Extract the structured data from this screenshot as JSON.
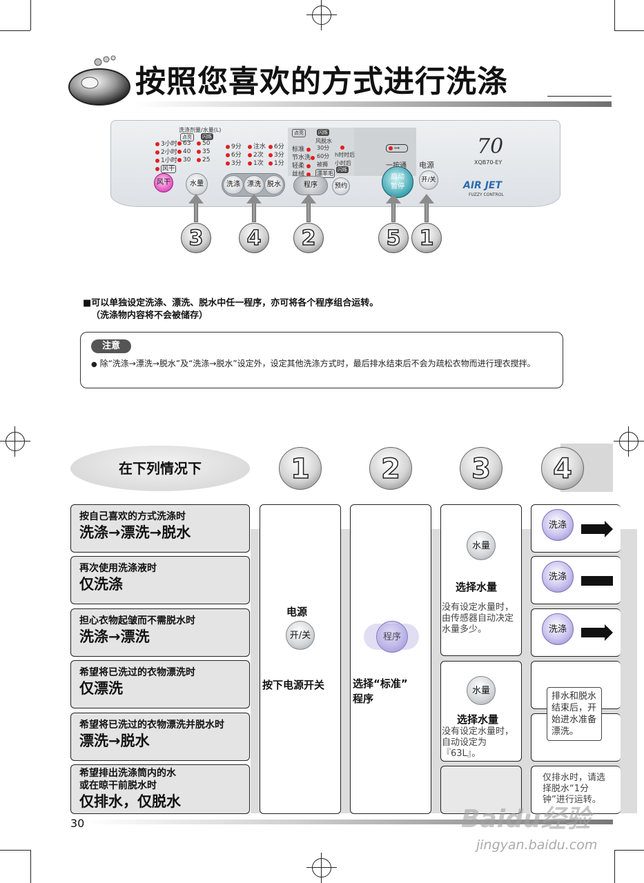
{
  "title": "按照您喜欢的方式进行洗涤",
  "panel": {
    "dry_hours": [
      "3小时",
      "2小时",
      "1小时"
    ],
    "dry_tag": "风干",
    "water_header": "洗涤剂量/水量(L)",
    "water_tag_a": "点亮",
    "water_tag_b": "闪烁",
    "water_levels": [
      "63",
      "40",
      "30",
      "50",
      "35",
      "25"
    ],
    "wash_times": [
      "9分",
      "6分",
      "3分"
    ],
    "rinse_times": [
      "注水",
      "2次",
      "1次"
    ],
    "spin_times": [
      "6分",
      "3分",
      "1分"
    ],
    "prog_tag_a": "点亮",
    "prog_tag_b": "闪烁",
    "programs": [
      "标准",
      "节水洗",
      "轻柔",
      "丝绒"
    ],
    "programs_right": [
      "风脱水",
      "30分",
      "60分",
      "被褥",
      "漂羊毛"
    ],
    "timer": [
      "h时时后",
      "小时后"
    ],
    "timer_tag": "闪烁",
    "lock_label": "一按通",
    "power_label": "电源",
    "model_number": "70",
    "model_code": "XQB70-EY",
    "brand": "AIR JET",
    "brand_small": "FUZZY CONTROL",
    "buttons": {
      "dry": "风干",
      "water": "水量",
      "wash": "洗涤",
      "rinse": "漂洗",
      "spin": "脱水",
      "program": "程序",
      "timer": "预约",
      "start": "启动\n暂停",
      "power": "开/关"
    },
    "step_numbers": [
      "3",
      "4",
      "2",
      "5",
      "1"
    ]
  },
  "notes": {
    "line1": "■可以单独设定洗涤、漂洗、脱水中任一程序，亦可将各个程序组合运转。",
    "line2": "（洗涤物内容将不会被储存）"
  },
  "caution": {
    "tag": "注意",
    "text": "除“洗涤→漂洗→脱水”及“洗涤→脱水”设定外，设定其他洗涤方式时，最后排水结束后不会为疏松衣物而进行理衣搅拌。"
  },
  "table": {
    "situation_header": "在下列情况下",
    "step_headers": [
      "1",
      "2",
      "3",
      "4"
    ],
    "rows": [
      {
        "small": "按自己喜欢的方式洗涤时",
        "large": "洗涤→漂洗→脱水"
      },
      {
        "small": "再次使用洗涤液时",
        "large": "仅洗涤"
      },
      {
        "small": "担心衣物起皱而不需脱水时",
        "large": "洗涤→漂洗"
      },
      {
        "small": "希望将已洗过的衣物漂洗时",
        "large": "仅漂洗"
      },
      {
        "small": "希望将已洗过的衣物漂洗并脱水时",
        "large": "漂洗→脱水"
      },
      {
        "small": "希望排出洗涤筒内的水\n或在晾干前脱水时",
        "large": "仅排水，仅脱水"
      }
    ],
    "col1": {
      "title": "电源",
      "button": "开/关",
      "action": "按下电源开关"
    },
    "col2": {
      "button": "程序",
      "action": "选择“标准”\n程序"
    },
    "col3a": {
      "button": "水量",
      "title": "选择水量",
      "desc": "没有设定水量时，由传感器自动决定水量多少。"
    },
    "col3b": {
      "button": "水量",
      "title": "选择水量",
      "desc": "没有设定水量时，自动设定为『63L』。"
    },
    "col4": {
      "buttons": [
        "洗涤",
        "洗涤",
        "洗涤"
      ],
      "callout1": "排水和脱水结束后，开始进水准备漂洗。",
      "callout2": "仅排水时，请选择脱水“1分钟”进行运转。"
    }
  },
  "footer": {
    "page_number": "30",
    "watermark": "Baidu经验",
    "watermark_url": "jingyan.baidu.com"
  }
}
